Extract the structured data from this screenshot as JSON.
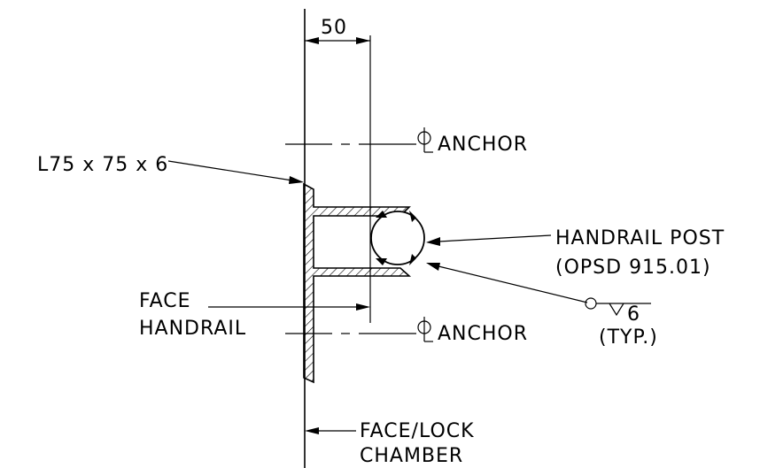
{
  "drawing": {
    "dimension": "50",
    "labels": {
      "angle": "L75 x 75 x 6",
      "anchor_top": "ANCHOR",
      "anchor_bottom": "ANCHOR",
      "handrail_post_1": "HANDRAIL POST",
      "handrail_post_2": "(OPSD 915.01)",
      "face_handrail_1": "FACE",
      "face_handrail_2": "HANDRAIL",
      "weld_size": "6",
      "weld_typ": "(TYP.)",
      "face_lock_1": "FACE/LOCK",
      "face_lock_2": "CHAMBER"
    }
  },
  "colors": {
    "ink": "#000000",
    "background": "#ffffff"
  }
}
